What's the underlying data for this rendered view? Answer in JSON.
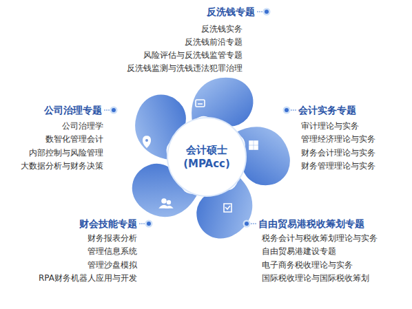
{
  "diagram": {
    "nodes": [
      {
        "text": [
          "会计硕士 (MPAcc)"
        ]
      }
    ],
    "labels": [
      "反洗钱专题",
      "反洗钱实务",
      "反洗钱前沿专题",
      "风险评估与反洗钱监管专题",
      "反洗钱监测与洗钱违法犯罪治理",
      "公司治理专题",
      "公司治理学",
      "数智化管理会计",
      "内部控制与风险管理",
      "大数据分析与财务决策",
      "会计实务专题",
      "审计理论与实务",
      "管理经济理论与实务",
      "财务会计理论与实务",
      "财务管理理论与实务",
      "财会技能专题",
      "财务报表分析",
      "管理信息系统",
      "管理沙盘模拟",
      "RPA财务机器人应用与开发",
      "自由贸易港税收筹划专题",
      "税务会计与税收筹划理论与实务",
      "自由贸易港建设专题",
      "电子商务税收理论与实务",
      "国际税收理论与国际税收筹划"
    ]
  }
}
